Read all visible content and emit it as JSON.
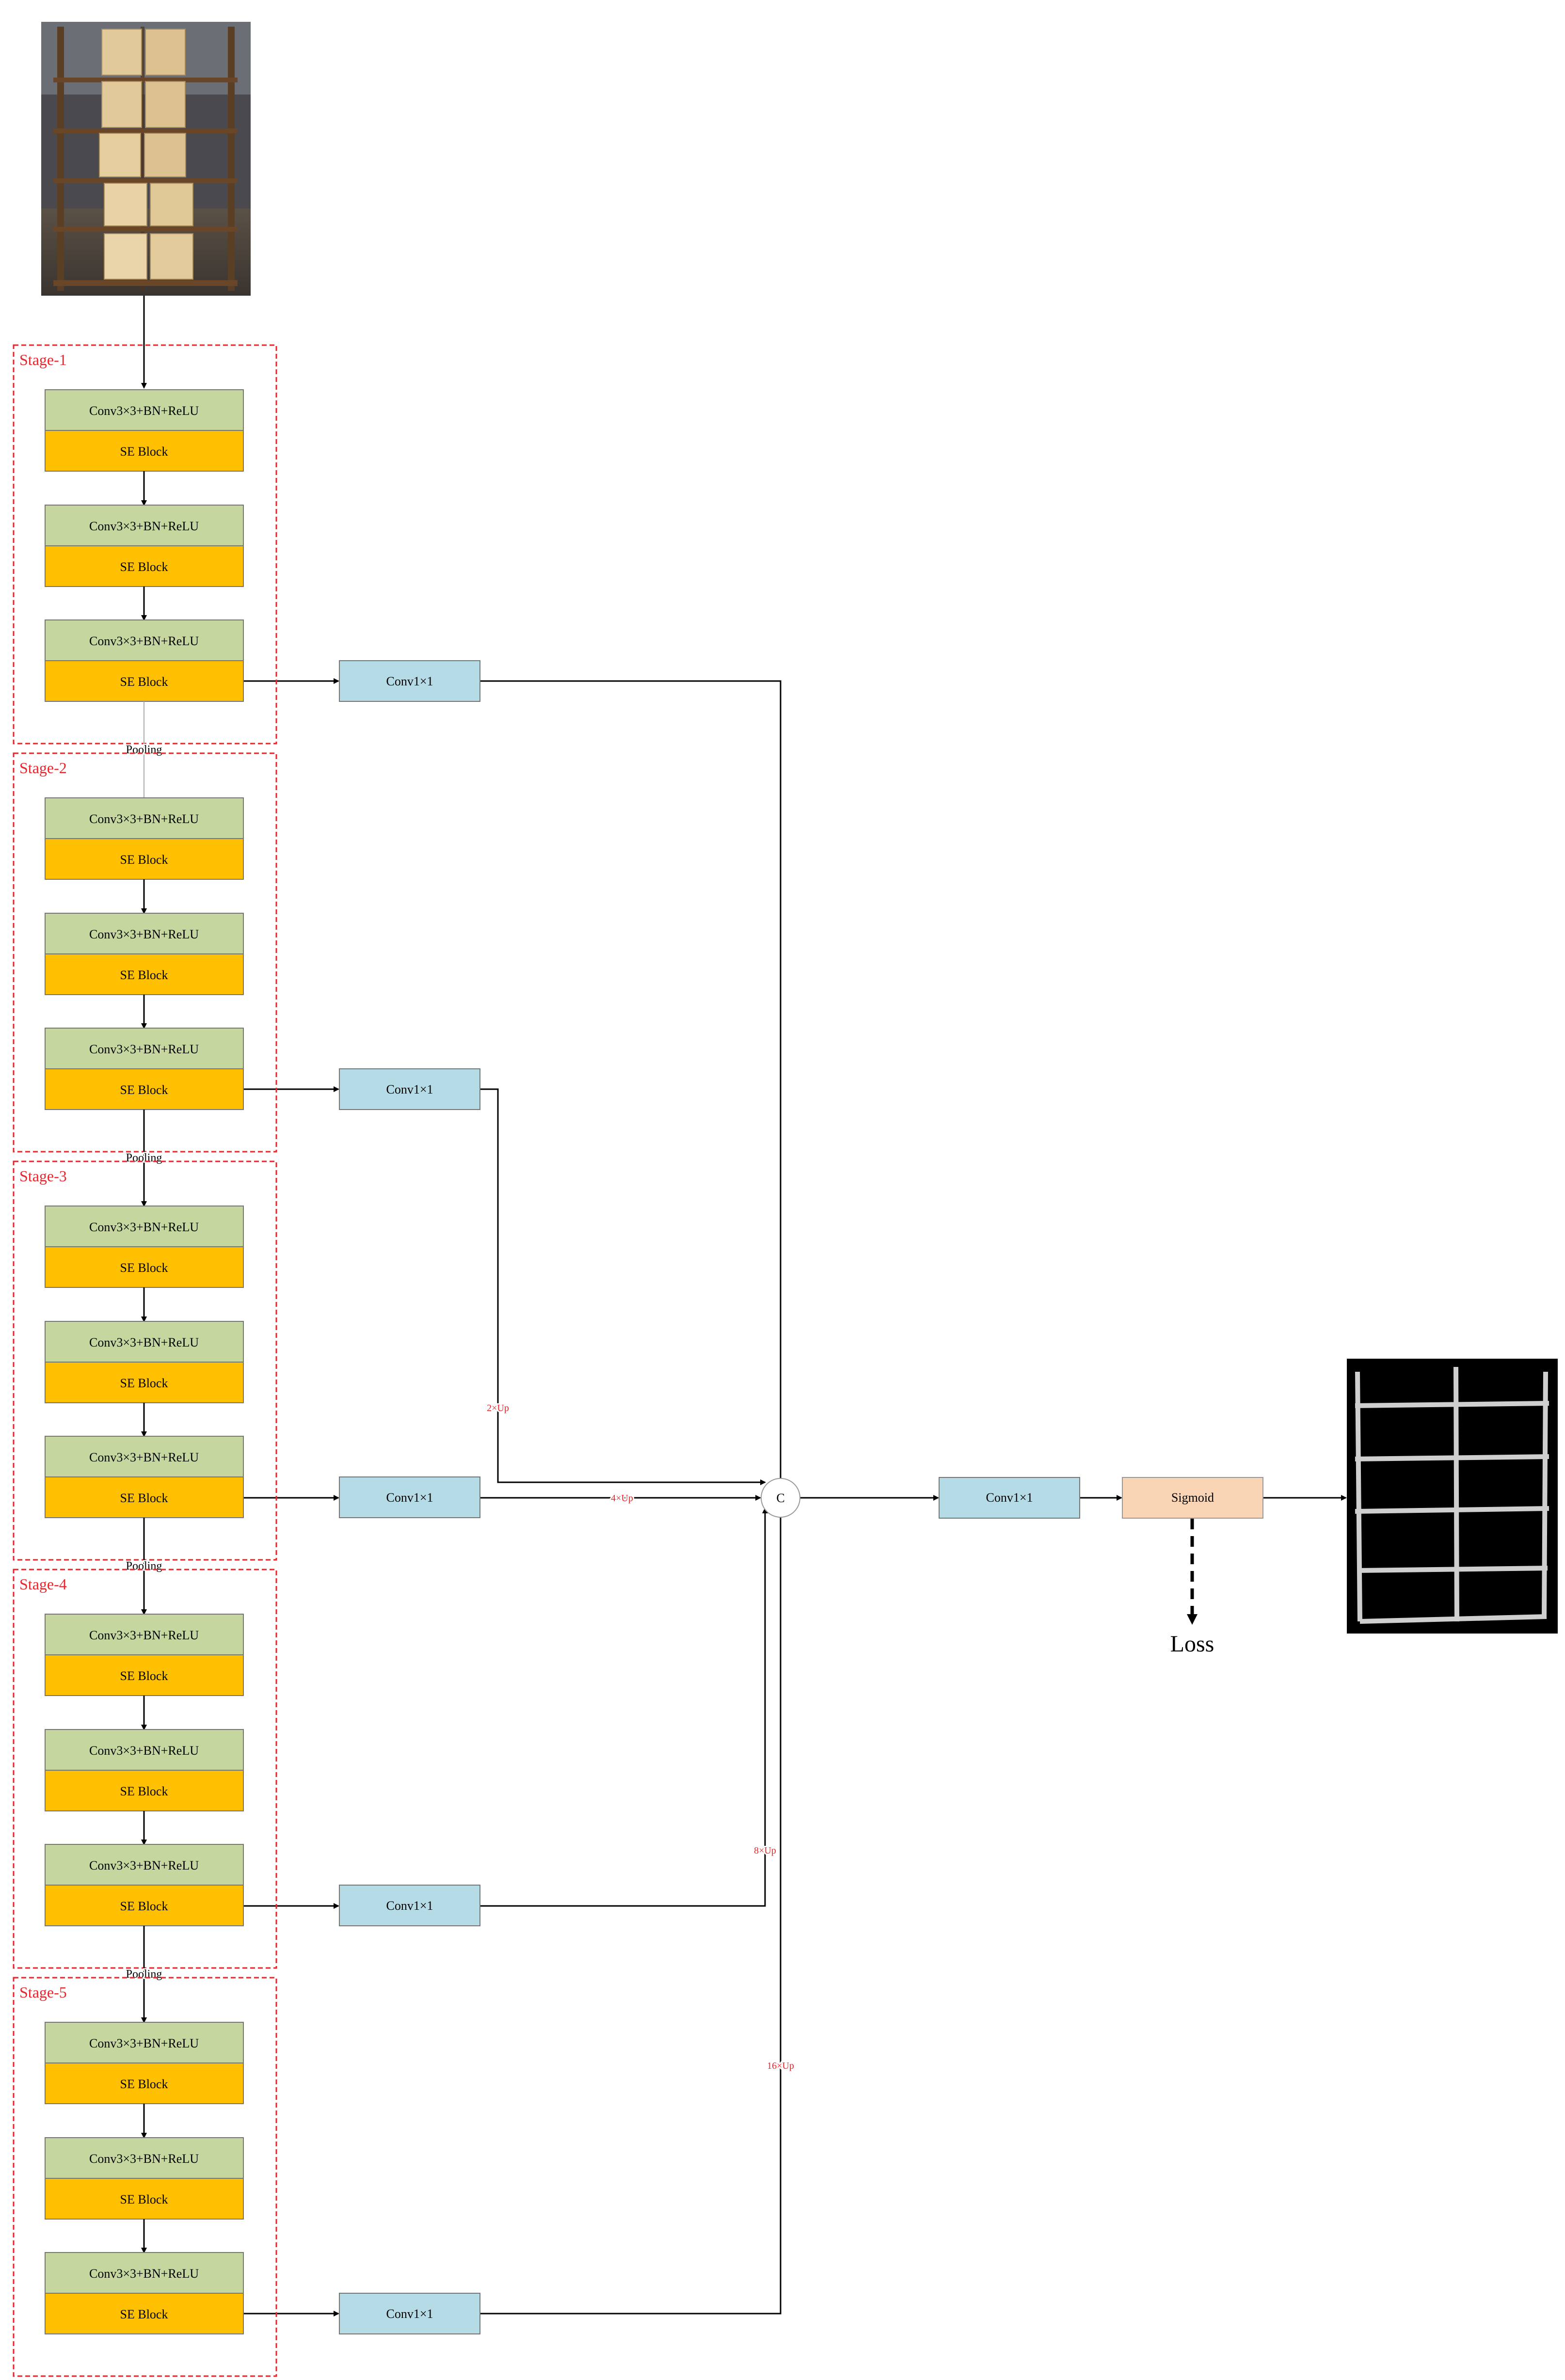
{
  "stages": [
    {
      "label": "Stage-1",
      "blocks": [
        {
          "conv": "Conv3×3+BN+ReLU",
          "se": "SE Block"
        },
        {
          "conv": "Conv3×3+BN+ReLU",
          "se": "SE Block"
        },
        {
          "conv": "Conv3×3+BN+ReLU",
          "se": "SE Block"
        }
      ]
    },
    {
      "label": "Stage-2",
      "blocks": [
        {
          "conv": "Conv3×3+BN+ReLU",
          "se": "SE Block"
        },
        {
          "conv": "Conv3×3+BN+ReLU",
          "se": "SE Block"
        },
        {
          "conv": "Conv3×3+BN+ReLU",
          "se": "SE Block"
        }
      ]
    },
    {
      "label": "Stage-3",
      "blocks": [
        {
          "conv": "Conv3×3+BN+ReLU",
          "se": "SE Block"
        },
        {
          "conv": "Conv3×3+BN+ReLU",
          "se": "SE Block"
        },
        {
          "conv": "Conv3×3+BN+ReLU",
          "se": "SE Block"
        }
      ]
    },
    {
      "label": "Stage-4",
      "blocks": [
        {
          "conv": "Conv3×3+BN+ReLU",
          "se": "SE Block"
        },
        {
          "conv": "Conv3×3+BN+ReLU",
          "se": "SE Block"
        },
        {
          "conv": "Conv3×3+BN+ReLU",
          "se": "SE Block"
        }
      ]
    },
    {
      "label": "Stage-5",
      "blocks": [
        {
          "conv": "Conv3×3+BN+ReLU",
          "se": "SE Block"
        },
        {
          "conv": "Conv3×3+BN+ReLU",
          "se": "SE Block"
        },
        {
          "conv": "Conv3×3+BN+ReLU",
          "se": "SE Block"
        }
      ]
    }
  ],
  "pooling_label": "Pooling",
  "side_conv_label": "Conv1×1",
  "upsample_labels": [
    "2×Up",
    "4×Up",
    "8×Up",
    "16×Up"
  ],
  "concat_label": "C",
  "fuse_conv_label": "Conv1×1",
  "sigmoid_label": "Sigmoid",
  "loss_label": "Loss",
  "colors": {
    "conv_block": "#c5d79f",
    "se_block": "#fec000",
    "side_conv": "#b5dce6",
    "sigmoid": "#f9d5b5",
    "stage_border": "#e8262c",
    "stage_label": "#e8262c",
    "up_label": "#e8262c",
    "line": "#000000",
    "output_bg": "#000000",
    "output_line": "#e6e6e6"
  },
  "icons": {
    "input_image": "warehouse-rack-photo-icon",
    "output_image": "rack-edge-map-icon"
  }
}
